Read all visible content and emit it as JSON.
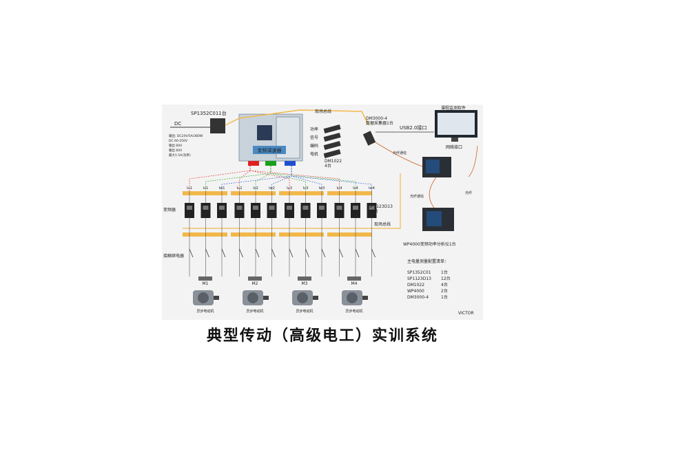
{
  "caption": "典型传动（高级电工）实训系统",
  "diagram": {
    "sp_top_label": "SP1352C011台",
    "dc_label": "DC",
    "sp_specs": [
      "输出: DC24V/5A/360W",
      "DC 60-250V",
      "输出 60V",
      "输出 60V",
      "最大1.5A(功率)"
    ],
    "cabinet_label": "变频调速器",
    "fieldbus_label": "现场总线",
    "dm3000_label": "DM3000-4\n数据采集器1台",
    "usb_label": "USB2.0接口",
    "monitor_title": "课程监测软件",
    "network_label": "网络接口",
    "dm_list": [
      "功率",
      "信号",
      "编码",
      "电机"
    ],
    "dm1022_label": "DM1022\n4台",
    "iv_labels": [
      "Iu1",
      "Iv1",
      "Iw1",
      "Iu2",
      "Iv2",
      "Iw2",
      "Iu3",
      "Iv3",
      "Iw3",
      "Iu4",
      "Iv4",
      "Iw4"
    ],
    "inverter_label": "变频器",
    "sp_right_label": "SP1123D13\n12台",
    "switch_label": "接触继电器",
    "wp_label": "WP4000变频功率分析仪1台",
    "link_label_1": "光纤通信",
    "link_label_2": "光纤",
    "link_label_3": "光纤通信",
    "bus_bottom_label": "现场总线",
    "motor_labels": [
      "M1",
      "M2",
      "M3",
      "M4"
    ],
    "motor_sub": [
      "异步电动机",
      "异步电动机",
      "异步电动机",
      "异步电动机"
    ],
    "config_title": "主电量测量配置清单：",
    "config_items": [
      {
        "name": "SP1352C01",
        "qty": "1台"
      },
      {
        "name": "SP1123D13",
        "qty": "12台"
      },
      {
        "name": "DM1022",
        "qty": "4台"
      },
      {
        "name": "WP4000",
        "qty": "2台"
      },
      {
        "name": "DM3000-4",
        "qty": "1台"
      }
    ],
    "watermark": "VICTOR"
  },
  "colors": {
    "bus": "#f2b84b",
    "red": "#e02020",
    "green": "#18a018",
    "blue": "#1f4fcf",
    "cabinet": "#c8d2da"
  }
}
